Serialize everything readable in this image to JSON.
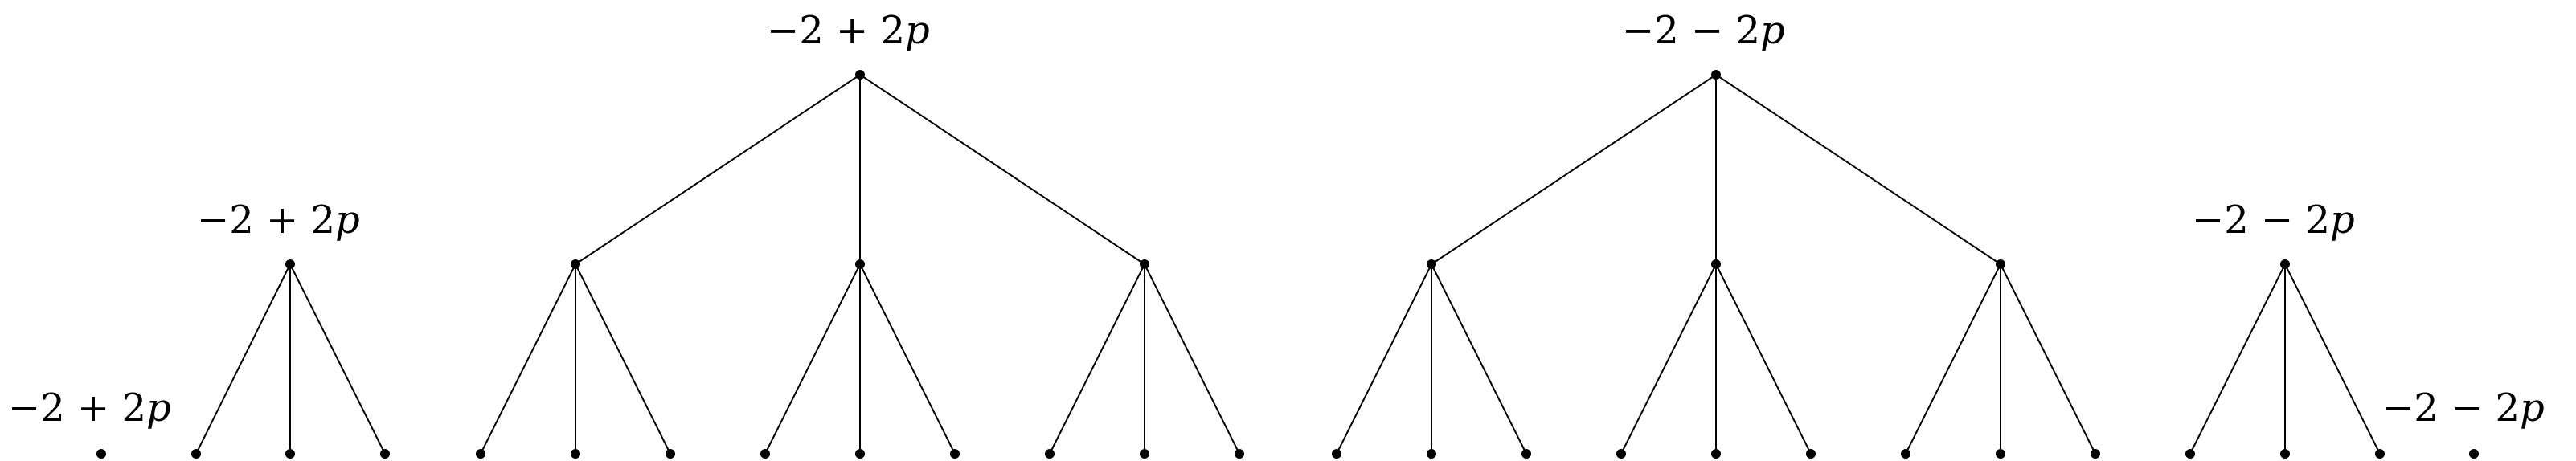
{
  "diagram": {
    "labels": {
      "far_left": {
        "prefix": "−2 + 2",
        "var": "p"
      },
      "left_root": {
        "prefix": "−2 + 2",
        "var": "p"
      },
      "center_left_root": {
        "prefix": "−2 + 2",
        "var": "p"
      },
      "center_right_root": {
        "prefix": "−2 − 2",
        "var": "p"
      },
      "right_root": {
        "prefix": "−2 − 2",
        "var": "p"
      },
      "far_right": {
        "prefix": "−2 − 2",
        "var": "p"
      }
    },
    "colors": {
      "ink": "#000000",
      "background": "#ffffff"
    }
  }
}
